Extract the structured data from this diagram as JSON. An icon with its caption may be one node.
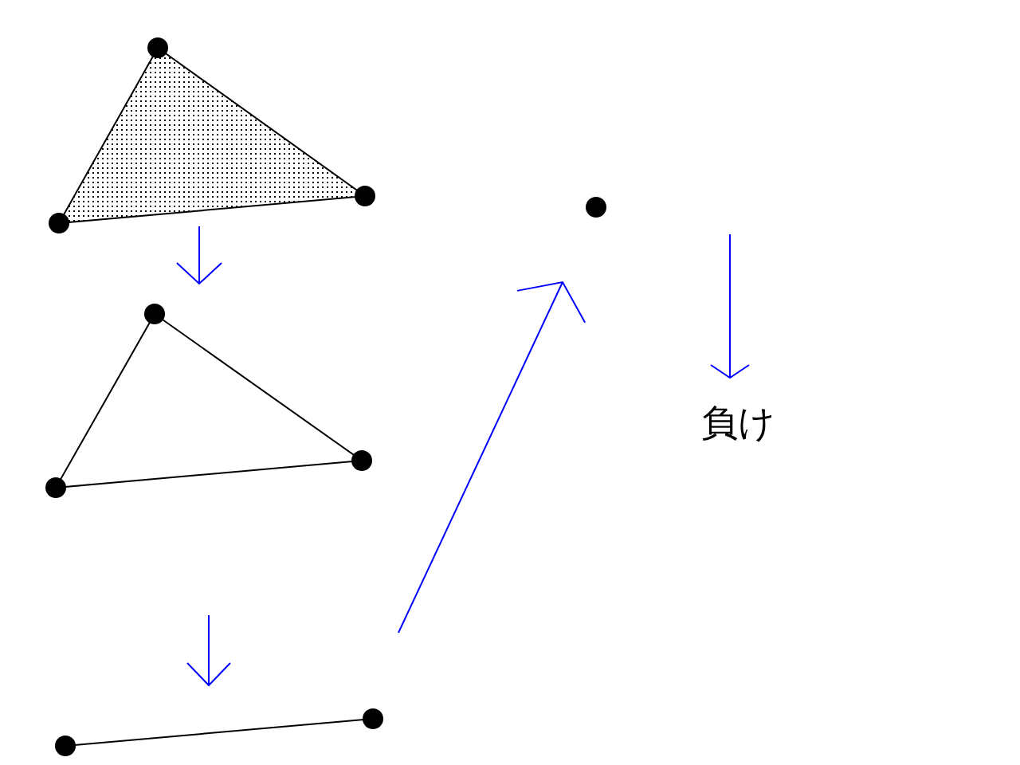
{
  "diagram": {
    "nodes": [
      {
        "text": [],
        "shape": "triangle"
      },
      {
        "text": [],
        "shape": "triangle"
      },
      {
        "text": [],
        "shape": "line"
      },
      {
        "text": [],
        "shape": "dot"
      },
      {
        "text": [
          "負け"
        ]
      }
    ],
    "edges": [
      {
        "from": 0,
        "to": 1,
        "arrow": "to"
      },
      {
        "from": null,
        "to": 2,
        "arrow": "to"
      },
      {
        "from": 2,
        "to": 3,
        "arrow": "to"
      },
      {
        "from": null,
        "to": 4,
        "arrow": "to"
      }
    ]
  }
}
